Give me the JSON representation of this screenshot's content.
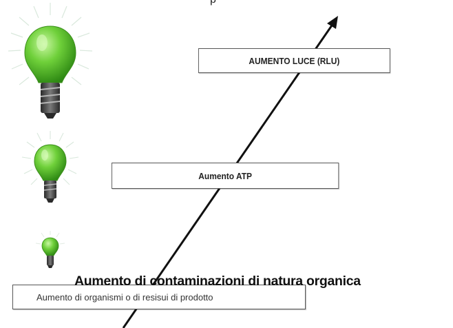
{
  "top_fragment": "p",
  "boxes": {
    "light_increase": "AUMENTO LUCE (RLU)",
    "atp_increase": "Aumento ATP",
    "organisms": "Aumento di organismi o di resisui di prodotto"
  },
  "overlay_title": "Aumento di contaminazioni di natura organica",
  "icons": {
    "bulb_large": "lightbulb-large-icon",
    "bulb_medium": "lightbulb-medium-icon",
    "bulb_small": "lightbulb-small-icon",
    "arrow": "diagonal-arrow"
  },
  "colors": {
    "bulb_green": "#4caf26",
    "bulb_highlight": "#b6f28c",
    "glow": "#e4efe6",
    "arrow": "#111111"
  }
}
